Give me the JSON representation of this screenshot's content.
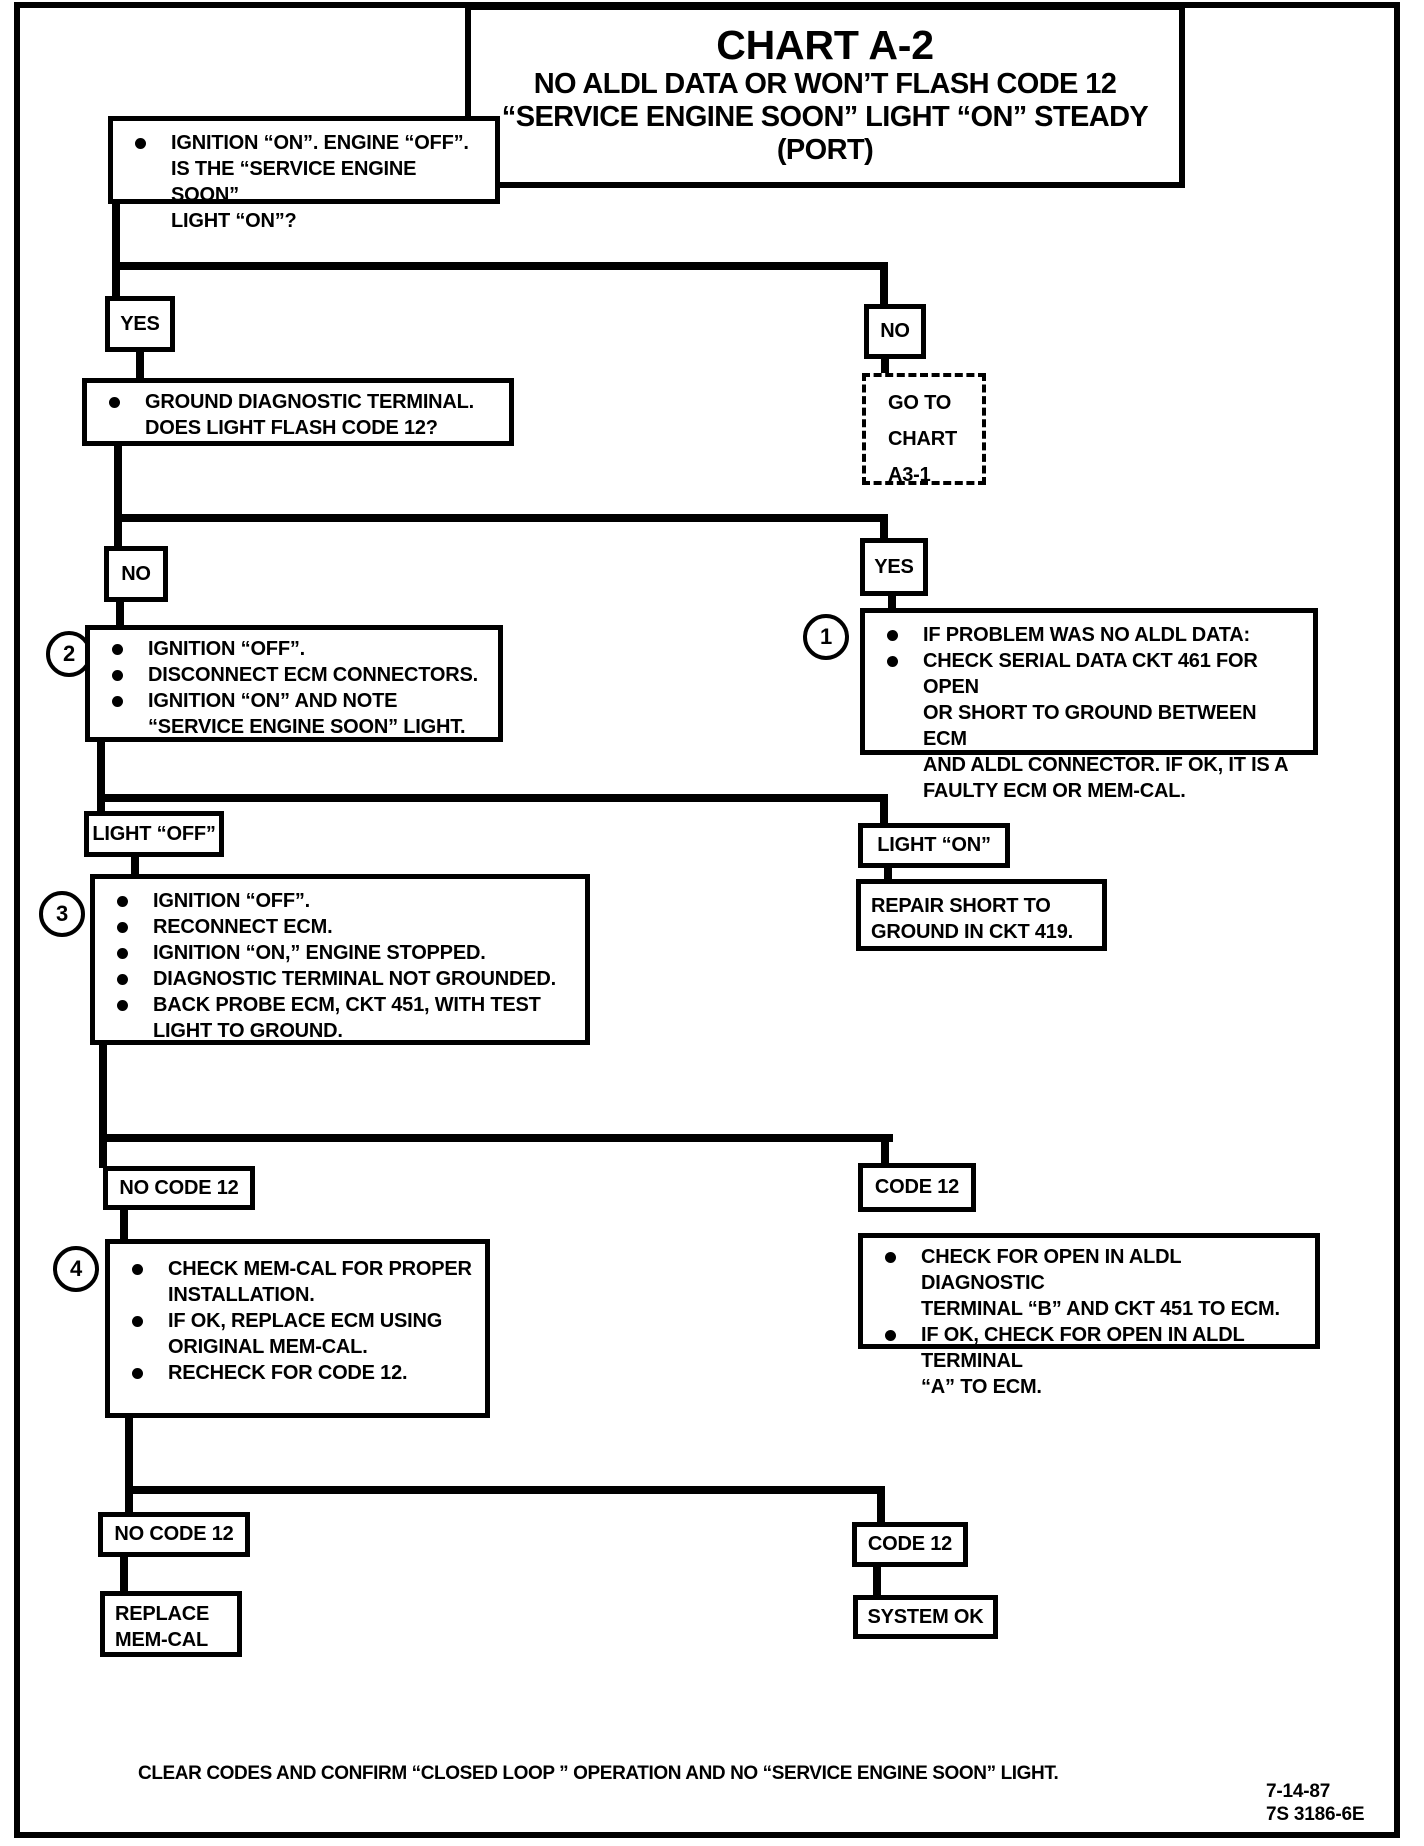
{
  "title_box": {
    "line1": "CHART A-2",
    "line2": "NO ALDL DATA OR WON’T FLASH CODE 12",
    "line3": "“SERVICE ENGINE SOON” LIGHT “ON” STEADY",
    "line4": "(PORT)"
  },
  "steps": {
    "s1": "1",
    "s2": "2",
    "s3": "3",
    "s4": "4"
  },
  "nodes": {
    "q1": {
      "lines": [
        "IGNITION “ON”.  ENGINE “OFF”.",
        "IS THE “SERVICE ENGINE SOON”",
        "LIGHT “ON”?"
      ]
    },
    "yes1": {
      "label": "YES"
    },
    "no1": {
      "label": "NO"
    },
    "goto_chart": {
      "lines": [
        "GO TO",
        "CHART",
        "A3-1"
      ]
    },
    "q2": {
      "lines": [
        "GROUND DIAGNOSTIC TERMINAL.",
        "DOES LIGHT FLASH CODE 12?"
      ]
    },
    "no2": {
      "label": "NO"
    },
    "yes2": {
      "label": "YES"
    },
    "aldl_check": {
      "items": [
        {
          "lines": [
            "IF PROBLEM WAS NO ALDL DATA:"
          ]
        },
        {
          "lines": [
            "CHECK SERIAL DATA CKT 461 FOR OPEN",
            "OR SHORT TO GROUND BETWEEN ECM",
            "AND ALDL CONNECTOR.  IF OK, IT IS A",
            "FAULTY ECM OR MEM-CAL."
          ]
        }
      ]
    },
    "ecm_disconnect": {
      "items": [
        {
          "lines": [
            "IGNITION “OFF”."
          ]
        },
        {
          "lines": [
            "DISCONNECT ECM CONNECTORS."
          ]
        },
        {
          "lines": [
            "IGNITION “ON” AND NOTE",
            "“SERVICE ENGINE SOON” LIGHT."
          ]
        }
      ]
    },
    "light_off": {
      "label": "LIGHT “OFF”"
    },
    "light_on": {
      "label": "LIGHT “ON”"
    },
    "repair_short": {
      "lines": [
        "REPAIR SHORT TO",
        "GROUND IN CKT 419."
      ]
    },
    "backprobe": {
      "items": [
        {
          "lines": [
            "IGNITION “OFF”."
          ]
        },
        {
          "lines": [
            "RECONNECT ECM."
          ]
        },
        {
          "lines": [
            "IGNITION “ON,” ENGINE STOPPED."
          ]
        },
        {
          "lines": [
            "DIAGNOSTIC TERMINAL NOT GROUNDED."
          ]
        },
        {
          "lines": [
            "BACK PROBE  ECM, CKT 451, WITH TEST",
            "LIGHT TO GROUND."
          ]
        }
      ]
    },
    "no_code12_a": {
      "label": "NO CODE 12"
    },
    "code12_a": {
      "label": "CODE 12"
    },
    "memcal_check": {
      "items": [
        {
          "lines": [
            "CHECK MEM-CAL FOR PROPER",
            "INSTALLATION."
          ]
        },
        {
          "lines": [
            "IF OK, REPLACE ECM USING",
            "ORIGINAL MEM-CAL."
          ]
        },
        {
          "lines": [
            "RECHECK FOR CODE 12."
          ]
        }
      ]
    },
    "aldl_open_check": {
      "items": [
        {
          "lines": [
            "CHECK FOR OPEN IN ALDL DIAGNOSTIC",
            "TERMINAL “B” AND CKT 451 TO ECM."
          ]
        },
        {
          "lines": [
            "IF OK, CHECK FOR OPEN IN ALDL TERMINAL",
            "“A” TO ECM."
          ]
        }
      ]
    },
    "no_code12_b": {
      "label": "NO CODE 12"
    },
    "replace_memcal": {
      "lines": [
        "REPLACE",
        "MEM-CAL"
      ]
    },
    "code12_b": {
      "label": "CODE 12"
    },
    "system_ok": {
      "label": "SYSTEM OK"
    }
  },
  "footer": {
    "note": "CLEAR CODES AND CONFIRM “CLOSED LOOP ” OPERATION AND NO “SERVICE ENGINE SOON” LIGHT.",
    "date": "7-14-87",
    "doc_code": "7S 3186-6E"
  }
}
